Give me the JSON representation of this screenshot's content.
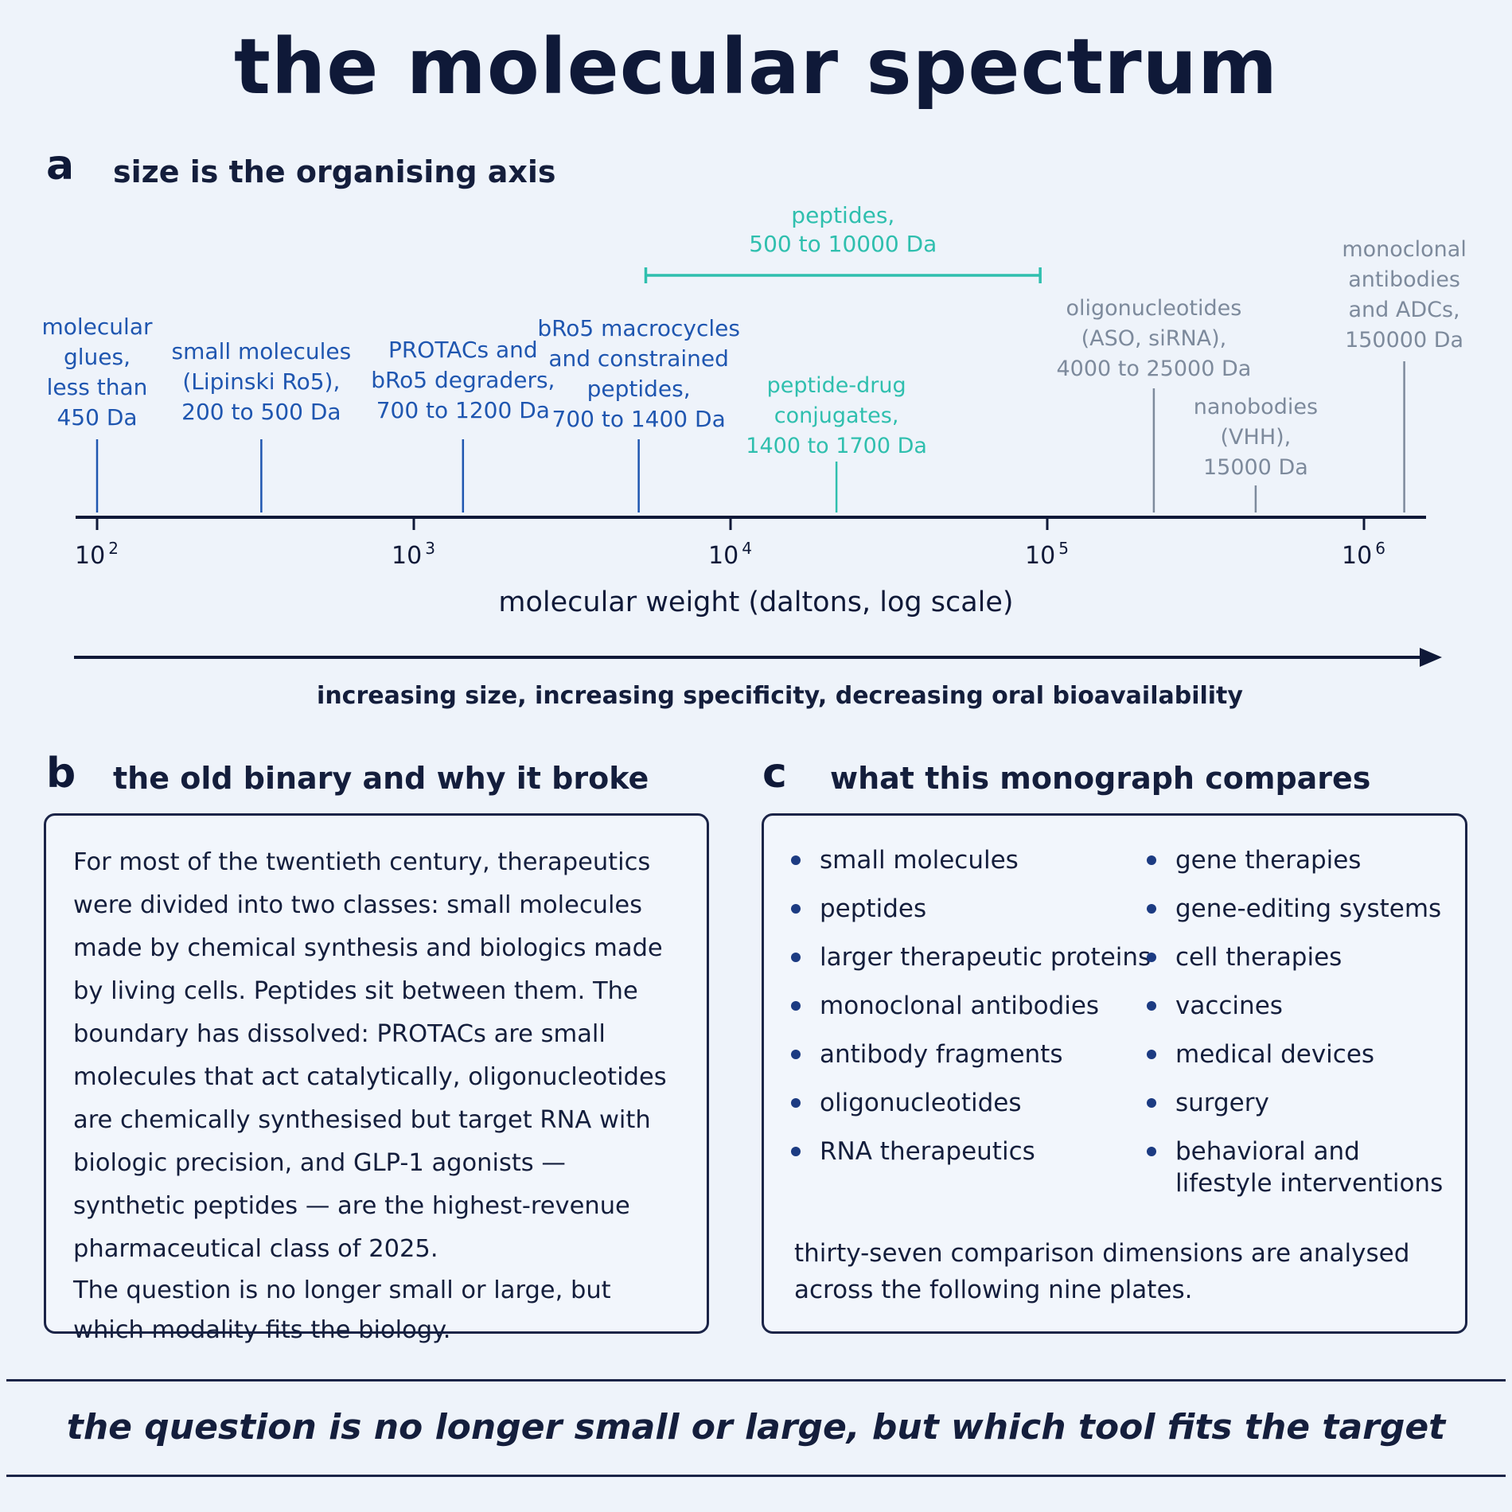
{
  "title": "the molecular spectrum",
  "panel_a": {
    "letter": "a",
    "heading": "size is the organising axis",
    "axis_label": "molecular weight (daltons, log scale)",
    "arrow_caption": "increasing size, increasing specificity, decreasing oral bioavailability"
  },
  "panel_b": {
    "letter": "b",
    "heading": "the old binary and why it broke",
    "paragraph_1": "For most of the twentieth century, therapeutics were divided into two classes: small molecules made by chemical synthesis and biologics made by living cells. Peptides sit between them. The boundary has dissolved: PROTACs are small molecules that act catalytically, oligonucleotides are chemically synthesised but target RNA with biologic precision, and GLP-1 agonists — synthetic peptides — are the highest-revenue pharmaceutical class of 2025.",
    "paragraph_2": "The question is no longer small or large, but which modality fits the biology."
  },
  "panel_c": {
    "letter": "c",
    "heading": "what this monograph compares",
    "left_items": [
      "small molecules",
      "peptides",
      "larger therapeutic proteins",
      "monoclonal antibodies",
      "antibody fragments",
      "oligonucleotides",
      "RNA therapeutics"
    ],
    "right_items": [
      "gene therapies",
      "gene-editing systems",
      "cell therapies",
      "vaccines",
      "medical devices",
      "surgery",
      "behavioral and lifestyle interventions"
    ],
    "summary": "thirty-seven comparison dimensions are analysed across the following nine plates."
  },
  "footer": "the question is no longer small or large, but which tool fits the target",
  "colors": {
    "dark": "#0f1938",
    "blue": "#1f56b0",
    "teal": "#2fbfae",
    "gray": "#7d8a9c"
  },
  "chart_data": {
    "type": "scatter",
    "xlabel": "molecular weight (daltons, log scale)",
    "xscale": "log",
    "xlim": [
      80,
      1600000
    ],
    "ticks": [
      {
        "value": 100,
        "base": "10",
        "exp": "2"
      },
      {
        "value": 1000,
        "base": "10",
        "exp": "3"
      },
      {
        "value": 10000,
        "base": "10",
        "exp": "4"
      },
      {
        "value": 100000,
        "base": "10",
        "exp": "5"
      },
      {
        "value": 1000000,
        "base": "10",
        "exp": "6"
      }
    ],
    "markers": [
      {
        "id": "molecular-glues",
        "value": 100,
        "lines": [
          "molecular",
          "glues,",
          "less than",
          "450 Da"
        ],
        "color": "blue"
      },
      {
        "id": "small-molecules",
        "value": 330,
        "lines": [
          "small molecules",
          "(Lipinski Ro5),",
          "200 to 500 Da"
        ],
        "color": "blue"
      },
      {
        "id": "protacs",
        "value": 1430,
        "lines": [
          "PROTACs and",
          "bRo5 degraders,",
          "700 to 1200 Da"
        ],
        "color": "blue"
      },
      {
        "id": "bro5-macrocycles",
        "value": 5130,
        "lines": [
          "bRo5 macrocycles",
          "and constrained",
          "peptides,",
          "700 to 1400 Da"
        ],
        "color": "blue"
      },
      {
        "id": "peptide-drug-conjugates",
        "value": 21600,
        "lines": [
          "peptide-drug",
          "conjugates,",
          "1400 to 1700 Da"
        ],
        "color": "teal"
      },
      {
        "id": "oligonucleotides",
        "value": 217000,
        "lines": [
          "oligonucleotides",
          "(ASO, siRNA),",
          "4000 to 25000 Da"
        ],
        "color": "gray"
      },
      {
        "id": "nanobodies",
        "value": 455000,
        "lines": [
          "nanobodies",
          "(VHH),",
          "15000 Da"
        ],
        "color": "gray"
      },
      {
        "id": "monoclonal-antibodies",
        "value": 1340000,
        "lines": [
          "monoclonal",
          "antibodies",
          "and ADCs,",
          "150000 Da"
        ],
        "color": "gray"
      }
    ],
    "ranges": [
      {
        "id": "peptides",
        "from": 5400,
        "to": 95000,
        "lines": [
          "peptides,",
          "500 to 10000 Da"
        ],
        "color": "teal"
      }
    ]
  }
}
